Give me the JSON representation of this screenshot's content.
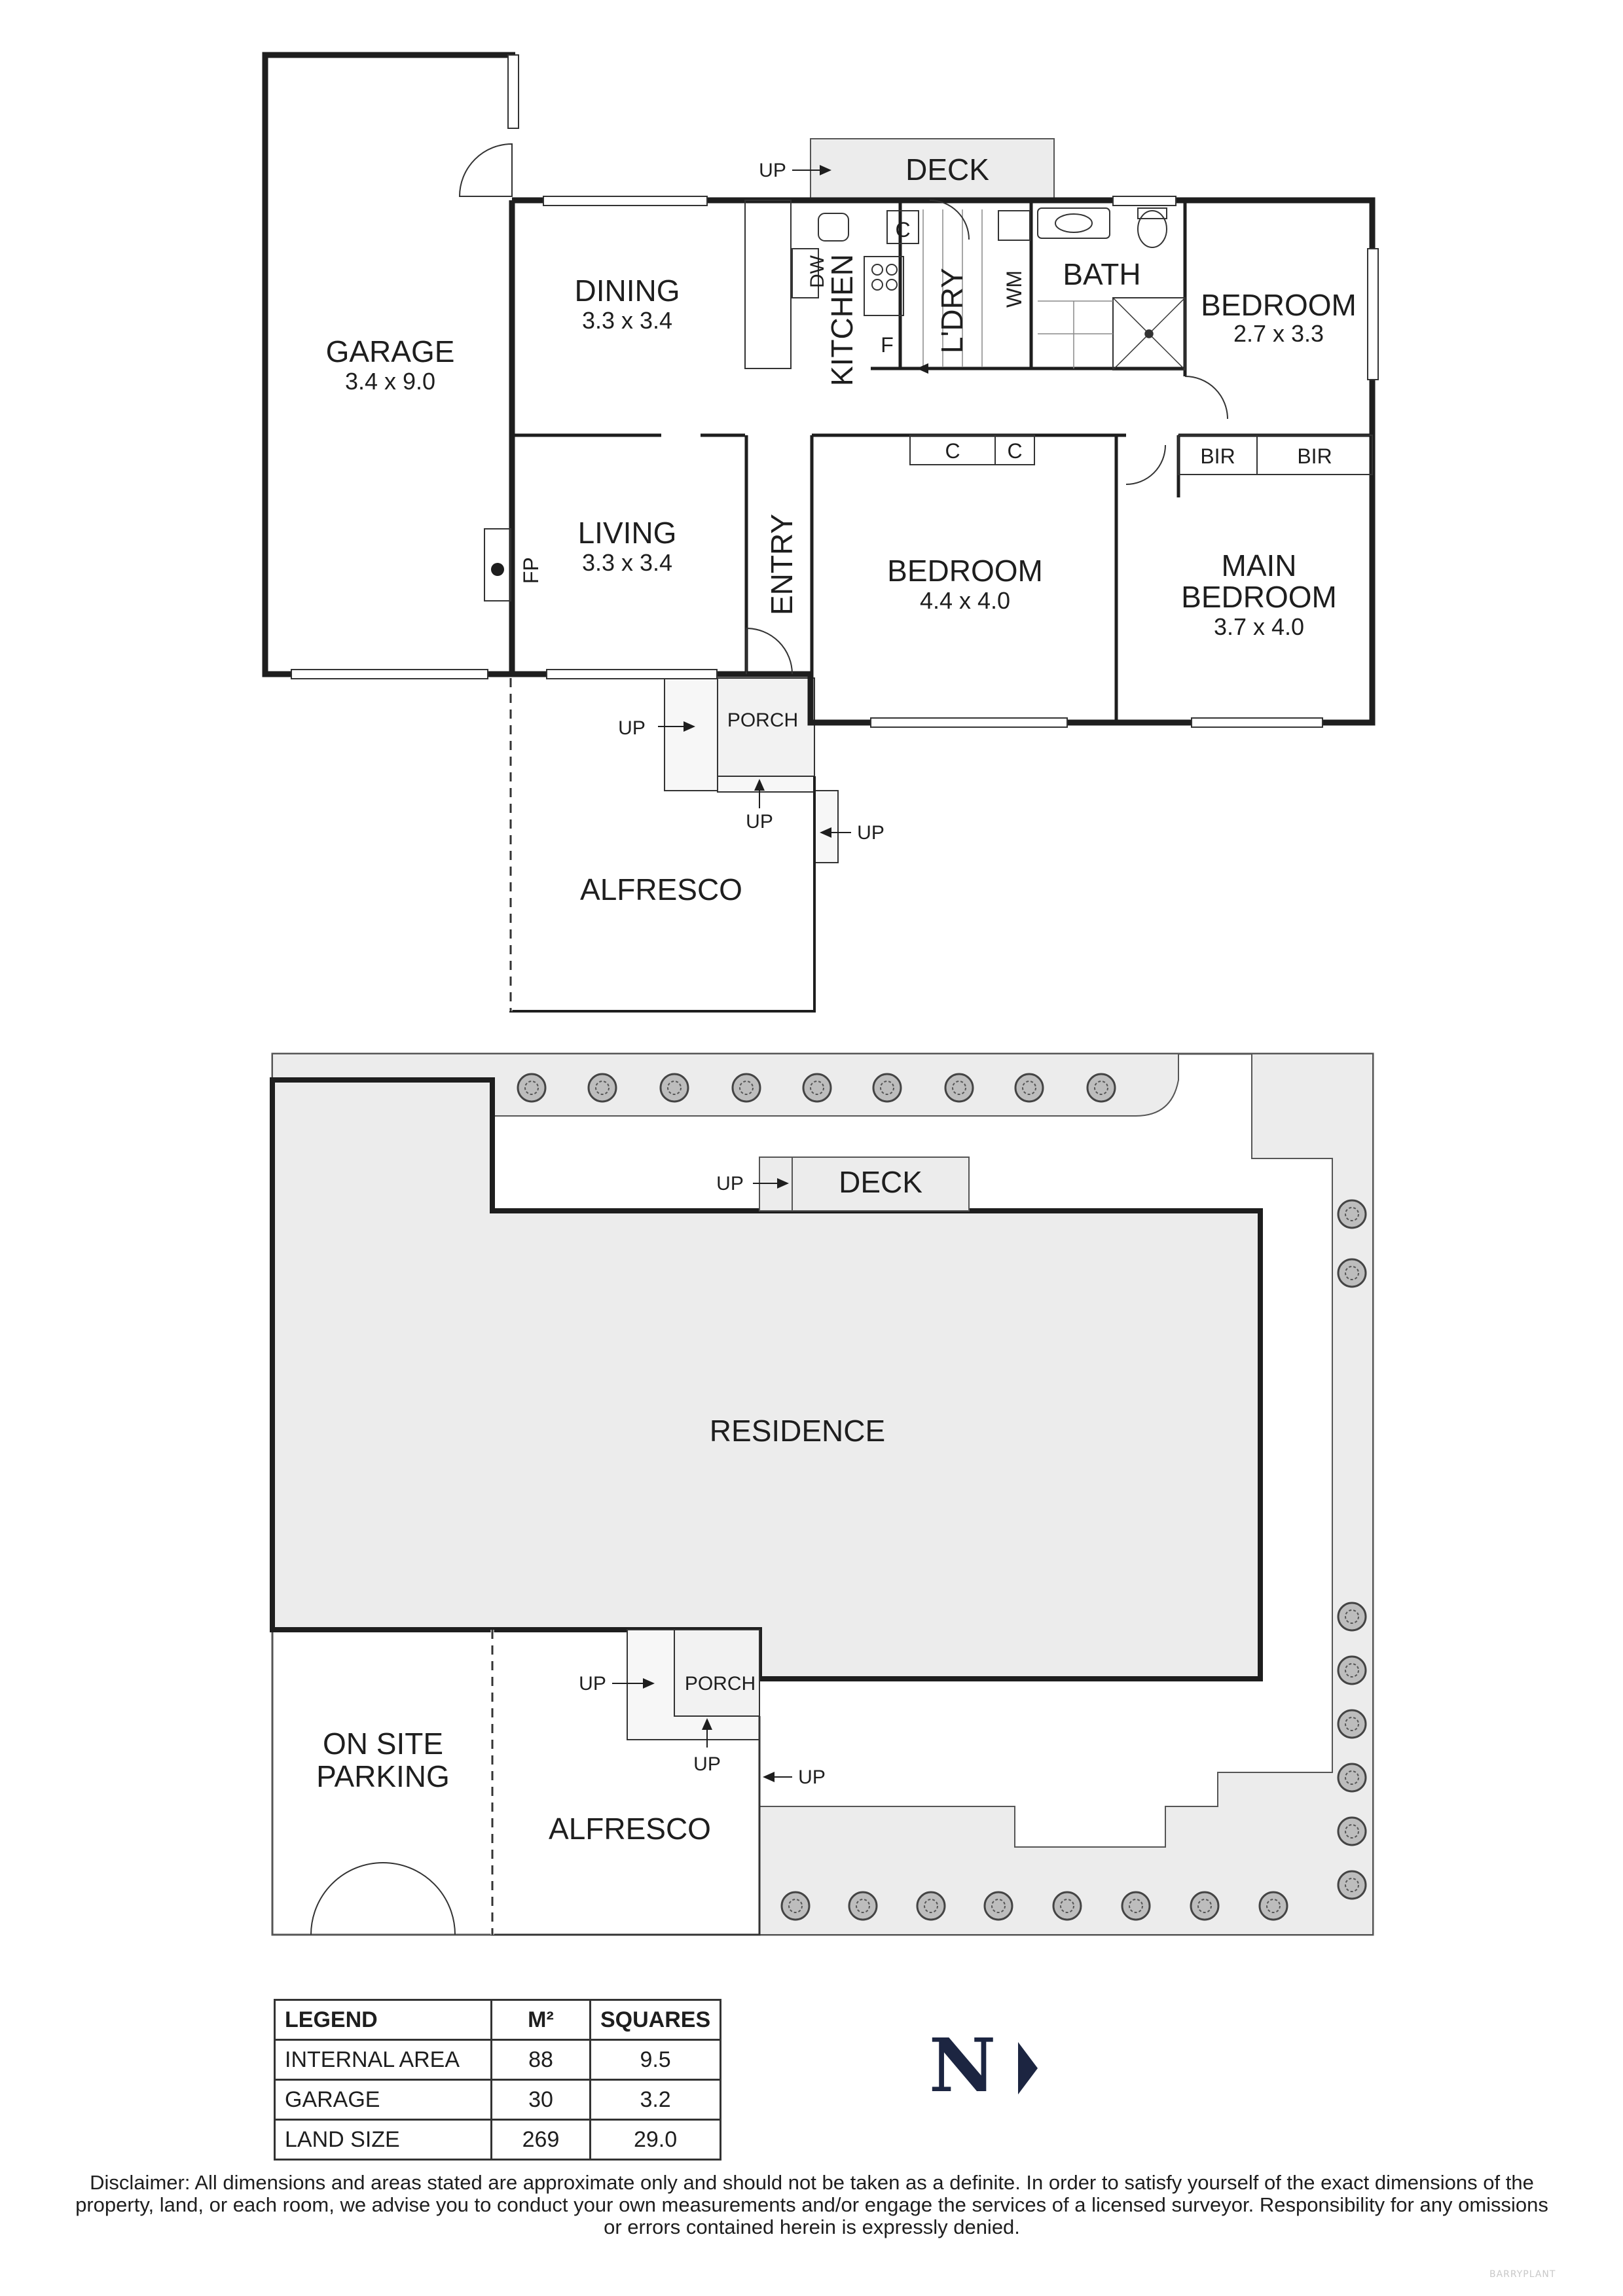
{
  "floor_plan": {
    "rooms": {
      "garage": {
        "name": "GARAGE",
        "size": "3.4 x 9.0"
      },
      "dining": {
        "name": "DINING",
        "size": "3.3 x 3.4"
      },
      "living": {
        "name": "LIVING",
        "size": "3.3 x 3.4"
      },
      "kitchen": {
        "name": "KITCHEN"
      },
      "laundry": {
        "name": "L'DRY"
      },
      "bath": {
        "name": "BATH"
      },
      "bedroom_2": {
        "name": "BEDROOM",
        "size": "2.7 x 3.3"
      },
      "bedroom_3": {
        "name": "BEDROOM",
        "size": "4.4 x 4.0"
      },
      "main_bedroom": {
        "name_line1": "MAIN",
        "name_line2": "BEDROOM",
        "size": "3.7 x 4.0"
      },
      "entry": {
        "name": "ENTRY"
      },
      "deck": {
        "name": "DECK"
      },
      "porch": {
        "name": "PORCH"
      },
      "alfresco": {
        "name": "ALFRESCO"
      }
    },
    "fixtures": {
      "dishwasher": "DW",
      "fridge": "F",
      "cupboard": "C",
      "washing_machine": "WM",
      "fireplace": "FP",
      "built_in_robe": "BIR"
    },
    "step_label": "UP"
  },
  "site_plan": {
    "residence": "RESIDENCE",
    "deck": "DECK",
    "porch": "PORCH",
    "alfresco": "ALFRESCO",
    "parking_line1": "ON SITE",
    "parking_line2": "PARKING",
    "step_label": "UP"
  },
  "legend": {
    "headers": [
      "LEGEND",
      "M²",
      "SQUARES"
    ],
    "rows": [
      {
        "label": "INTERNAL AREA",
        "m2": "88",
        "squares": "9.5"
      },
      {
        "label": "GARAGE",
        "m2": "30",
        "squares": "3.2"
      },
      {
        "label": "LAND SIZE",
        "m2": "269",
        "squares": "29.0"
      }
    ]
  },
  "north_arrow": "N",
  "disclaimer": "Disclaimer: All dimensions and areas stated are approximate only and should not be taken as a definite. In order to satisfy yourself of the exact dimensions of the property, land, or each room, we advise you to conduct your own measurements and/or engage the services of a licensed surveyor. Responsibility for any omissions or errors contained herein is expressly denied.",
  "brand": "BARRYPLANT",
  "colors": {
    "wall": "#1e1e1e",
    "fill_grey": "#ececec",
    "north_arrow": "#1c2541"
  }
}
